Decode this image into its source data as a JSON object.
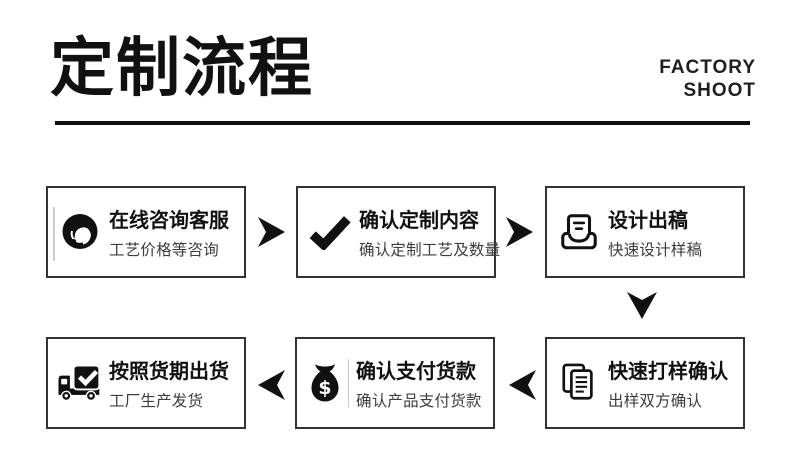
{
  "header": {
    "title": "定制流程",
    "brand_line1": "FACTORY",
    "brand_line2": "SHOOT"
  },
  "colors": {
    "ink": "#111111",
    "box_border": "#333333",
    "subtitle_text": "#3d3d3d",
    "light_separator": "#c9c9c9",
    "background": "#ffffff"
  },
  "steps": [
    {
      "order": 1,
      "icon": "customer-service-icon",
      "title": "在线咨询客服",
      "subtitle": "工艺价格等咨询"
    },
    {
      "order": 2,
      "icon": "checkmark-icon",
      "title": "确认定制内容",
      "subtitle": "确认定制工艺及数量"
    },
    {
      "order": 3,
      "icon": "design-draft-icon",
      "title": "设计出稿",
      "subtitle": "快速设计样稿"
    },
    {
      "order": 4,
      "icon": "sample-pages-icon",
      "title": "快速打样确认",
      "subtitle": "出样双方确认"
    },
    {
      "order": 5,
      "icon": "money-bag-icon",
      "title": "确认支付货款",
      "subtitle": "确认产品支付货款"
    },
    {
      "order": 6,
      "icon": "delivery-truck-icon",
      "title": "按照货期出货",
      "subtitle": "工厂生产发货"
    }
  ],
  "flow_arrows": [
    "right",
    "right",
    "down",
    "left",
    "left"
  ]
}
